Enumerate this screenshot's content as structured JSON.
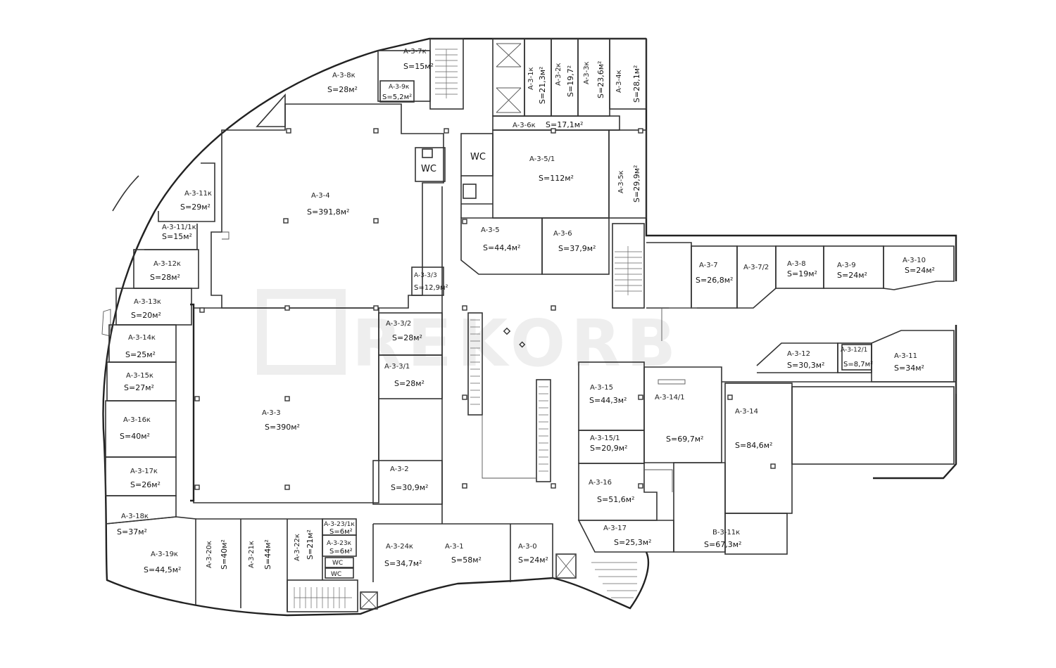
{
  "plan": {
    "watermark": "REKORB",
    "wc_label": "WC",
    "rooms": [
      {
        "id": "A-3-7к",
        "area": "S=15м²"
      },
      {
        "id": "A-3-8к",
        "area": "S=28м²"
      },
      {
        "id": "A-3-9к",
        "area": "S=5,2м²"
      },
      {
        "id": "A-3-1к",
        "area": "S=21,3м²"
      },
      {
        "id": "A-3-2к",
        "area": "S=19,7²"
      },
      {
        "id": "A-3-3к",
        "area": "S=23,6м²"
      },
      {
        "id": "A-3-4к",
        "area": "S=28,1м²"
      },
      {
        "id": "A-3-6к",
        "area": "S=17,1м²"
      },
      {
        "id": "A-3-5/1",
        "area": "S=112м²"
      },
      {
        "id": "A-3-5к",
        "area": "S=29,9м²"
      },
      {
        "id": "A-3-4",
        "area": "S=391,8м²"
      },
      {
        "id": "A-3-11к",
        "area": "S=29м²"
      },
      {
        "id": "A-3-11/1к",
        "area": "S=15м²"
      },
      {
        "id": "A-3-12к",
        "area": "S=28м²"
      },
      {
        "id": "A-3-13к",
        "area": "S=20м²"
      },
      {
        "id": "A-3-14к",
        "area": "S=25м²"
      },
      {
        "id": "A-3-15к",
        "area": "S=27м²"
      },
      {
        "id": "A-3-16к",
        "area": "S=40м²"
      },
      {
        "id": "A-3-17к",
        "area": "S=26м²"
      },
      {
        "id": "A-3-18к",
        "area": "S=37м²"
      },
      {
        "id": "A-3-19к",
        "area": "S=44,5м²"
      },
      {
        "id": "A-3-20к",
        "area": "S=40м²"
      },
      {
        "id": "A-3-21к",
        "area": "S=44м²"
      },
      {
        "id": "A-3-22к",
        "area": "S=21м²"
      },
      {
        "id": "A-3-23/1к",
        "area": "S=6м²"
      },
      {
        "id": "A-3-23к",
        "area": "S=6м²"
      },
      {
        "id": "A-3-24к",
        "area": "S=34,7м²"
      },
      {
        "id": "A-3-1",
        "area": "S=58м²"
      },
      {
        "id": "A-3-0",
        "area": "S=24м²"
      },
      {
        "id": "A-3-5",
        "area": "S=44,4м²"
      },
      {
        "id": "A-3-6",
        "area": "S=37,9м²"
      },
      {
        "id": "A-3-3/3",
        "area": "S=12,9м²"
      },
      {
        "id": "A-3-3/2",
        "area": "S=28м²"
      },
      {
        "id": "A-3-3/1",
        "area": "S=28м²"
      },
      {
        "id": "A-3-3",
        "area": "S=390м²"
      },
      {
        "id": "A-3-2",
        "area": "S=30,9м²"
      },
      {
        "id": "A-3-7",
        "area": "S=26,8м²"
      },
      {
        "id": "A-3-7/2",
        "area": ""
      },
      {
        "id": "A-3-8",
        "area": "S=19м²"
      },
      {
        "id": "A-3-9",
        "area": "S=24м²"
      },
      {
        "id": "A-3-10",
        "area": "S=24м²"
      },
      {
        "id": "A-3-12",
        "area": "S=30,3м²"
      },
      {
        "id": "A-3-12/1",
        "area": "S=8,7м²"
      },
      {
        "id": "A-3-11",
        "area": "S=34м²"
      },
      {
        "id": "A-3-15",
        "area": "S=44,3м²"
      },
      {
        "id": "A-3-15/1",
        "area": "S=20,9м²"
      },
      {
        "id": "A-3-14/1",
        "area": "S=69,7м²"
      },
      {
        "id": "A-3-14",
        "area": "S=84,6м²"
      },
      {
        "id": "A-3-16",
        "area": "S=51,6м²"
      },
      {
        "id": "A-3-17",
        "area": "S=25,3м²"
      },
      {
        "id": "B-3-11к",
        "area": "S=67,3м²"
      }
    ]
  }
}
